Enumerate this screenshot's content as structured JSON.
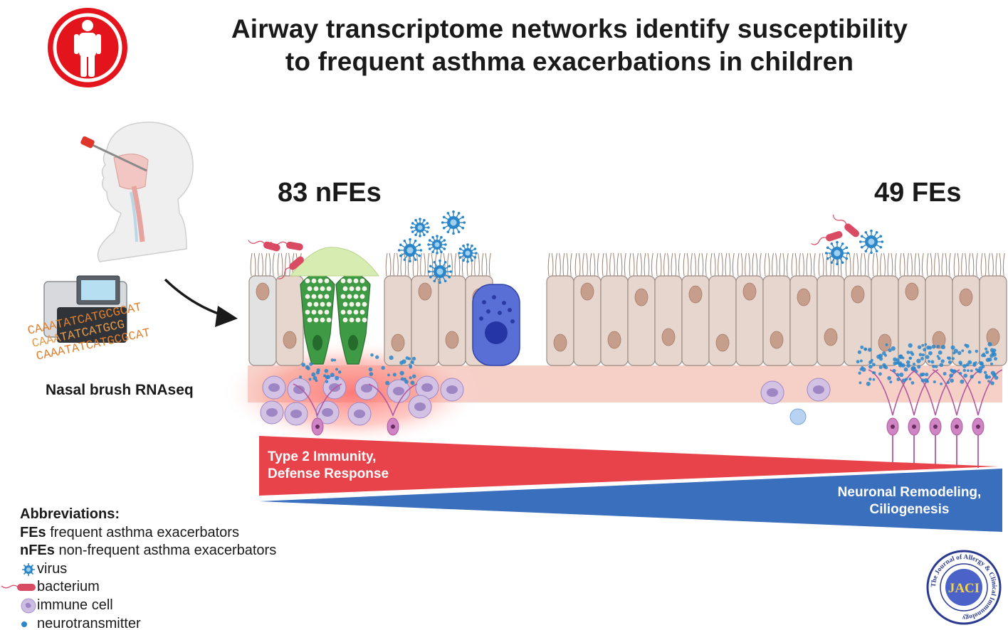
{
  "title": {
    "line1": "Airway transcriptome networks identify susceptibility",
    "line2": "to frequent asthma exacerbations in children"
  },
  "groups": {
    "nfe_label": "83 nFEs",
    "fe_label": "49 FEs"
  },
  "method": {
    "label": "Nasal brush RNAseq",
    "sequence_fragments": [
      "CAAATATCATGCGCAT",
      "CAAATATCATGCG",
      "CAAATATCATGCGCAT"
    ]
  },
  "gradients": {
    "red_label_line1": "Type 2 Immunity,",
    "red_label_line2": "Defense Response",
    "blue_label_line1": "Neuronal Remodeling,",
    "blue_label_line2": "Ciliogenesis",
    "red_color": "#e8424a",
    "blue_color": "#3a6fbd"
  },
  "abbreviations": {
    "heading": "Abbreviations:",
    "items": [
      {
        "term": "FEs",
        "definition": " frequent asthma exacerbators"
      },
      {
        "term": "nFEs",
        "definition": " non-frequent asthma exacerbators"
      }
    ],
    "legend": [
      {
        "icon": "virus-icon",
        "label": "virus"
      },
      {
        "icon": "bacterium-icon",
        "label": "bacterium"
      },
      {
        "icon": "immune-cell-icon",
        "label": "immune cell"
      },
      {
        "icon": "neurotransmitter-icon",
        "label": "neurotransmitter"
      }
    ]
  },
  "journal": {
    "abbrev": "JACI",
    "ring_text": "The Journal of Allergy & Clinical Immunology"
  },
  "colors": {
    "badge_red": "#e3141b",
    "epithelium_fill": "#e6d6cd",
    "nucleus_fill": "#c79d8b",
    "goblet_green": "#3f9a45",
    "mast_blue": "#5a6fd6",
    "submucosa_pink": "#f6cfc6",
    "virus_blue": "#2a86c9",
    "bacterium_red": "#d94a63",
    "neuron_purple": "#b05aa0"
  }
}
